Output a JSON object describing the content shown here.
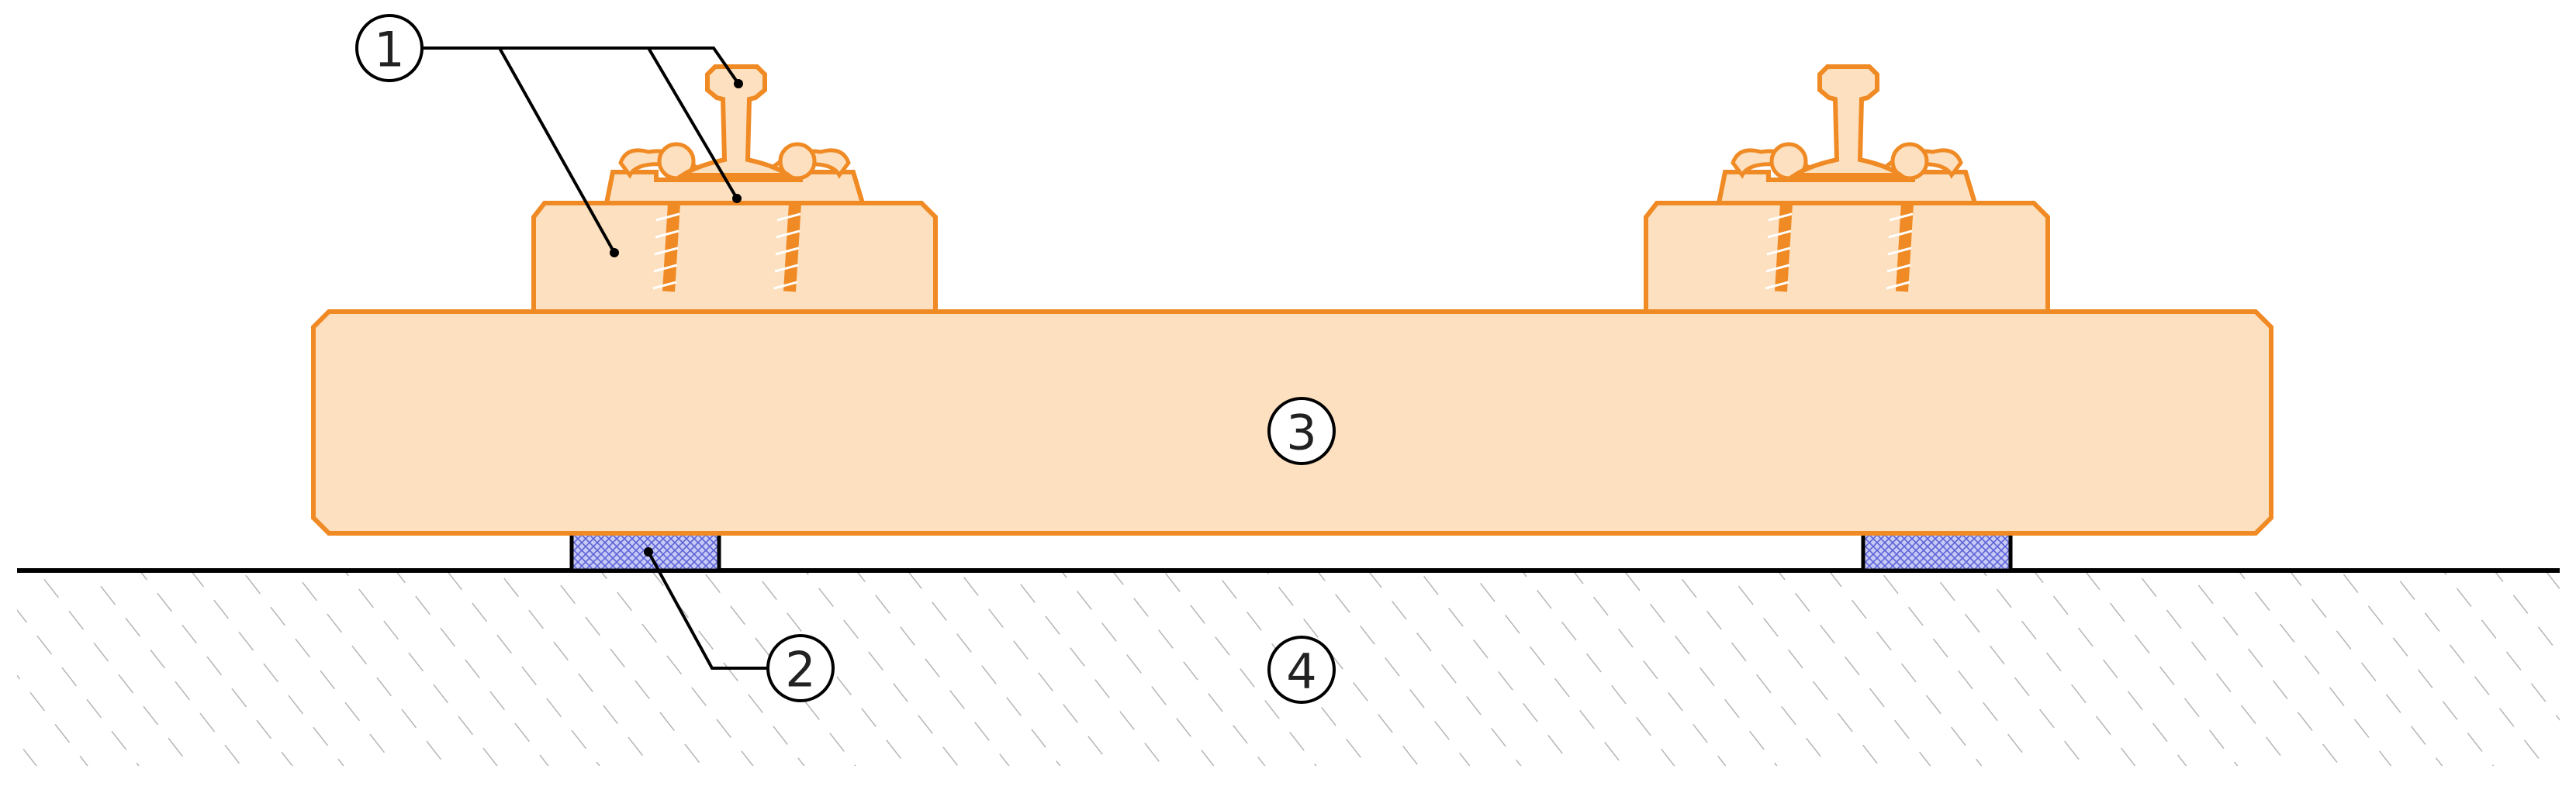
{
  "colors": {
    "wood_fill": "#FDE0BF",
    "outline_orange": "#F08A24",
    "pad_fill": "#8F95E8",
    "ground_hatch": "#B5B5B5",
    "ink": "#222222",
    "background": "#FFFFFF"
  },
  "callouts": {
    "c1": "1",
    "c2": "2",
    "c3": "3",
    "c4": "4"
  }
}
